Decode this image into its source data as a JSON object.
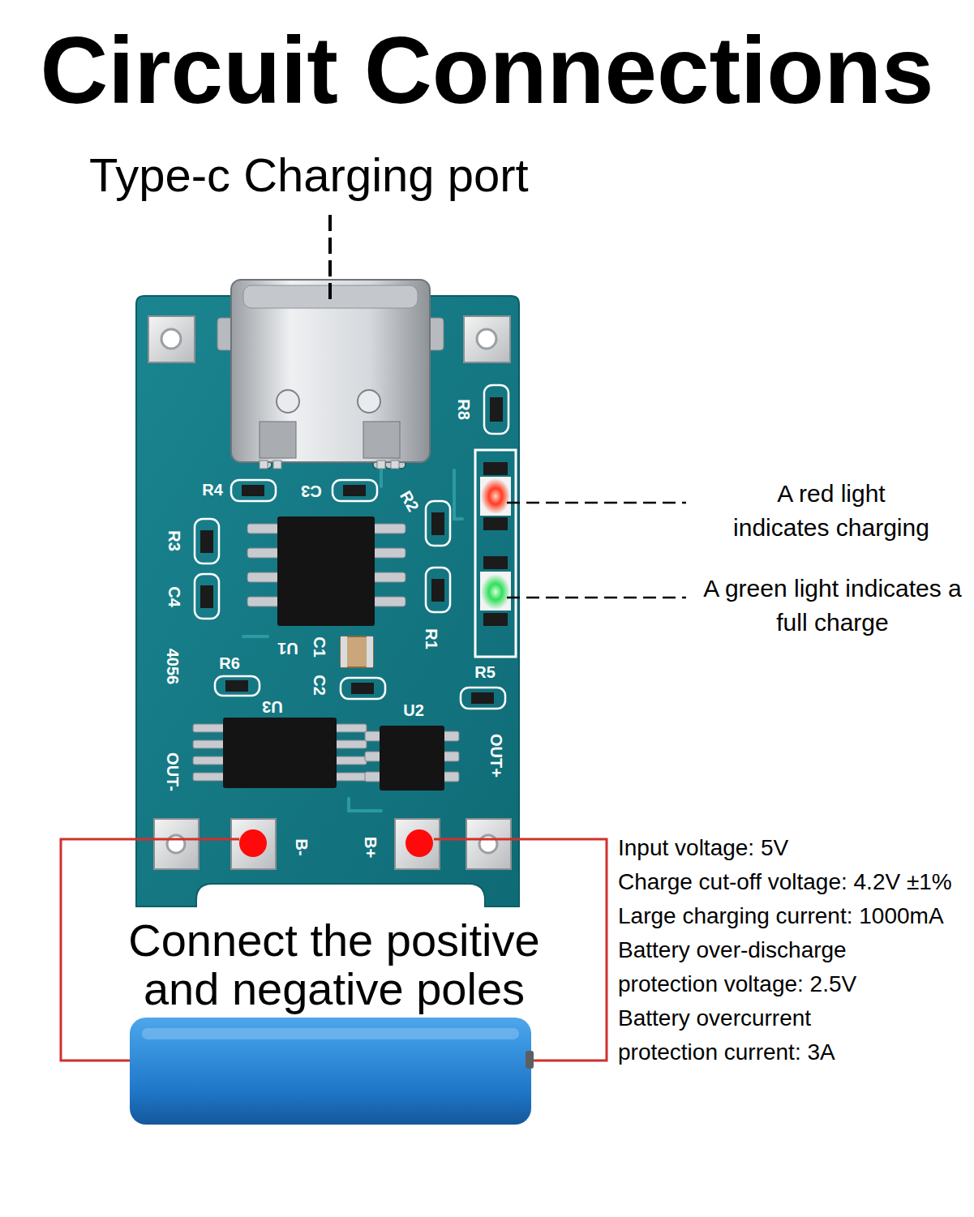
{
  "diagram": {
    "title": "Circuit Connections",
    "labels": [
      "Type-c Charging port",
      "R8",
      "R4",
      "C3",
      "R2",
      "R3",
      "C4",
      "R1",
      "4056",
      "R6",
      "U3",
      "U1",
      "C1",
      "C2",
      "U2",
      "R5",
      "OUT-",
      "OUT+",
      "B-",
      "B+",
      "A red light indicates charging",
      "A green light indicates a full charge",
      "Connect the positive and negative poles",
      "Input voltage: 5V",
      "Charge cut-off voltage: 4.2V ±1%",
      "Large charging current: 1000mA",
      "Battery over-discharge protection voltage: 2.5V",
      "Battery overcurrent protection current: 3A"
    ]
  }
}
